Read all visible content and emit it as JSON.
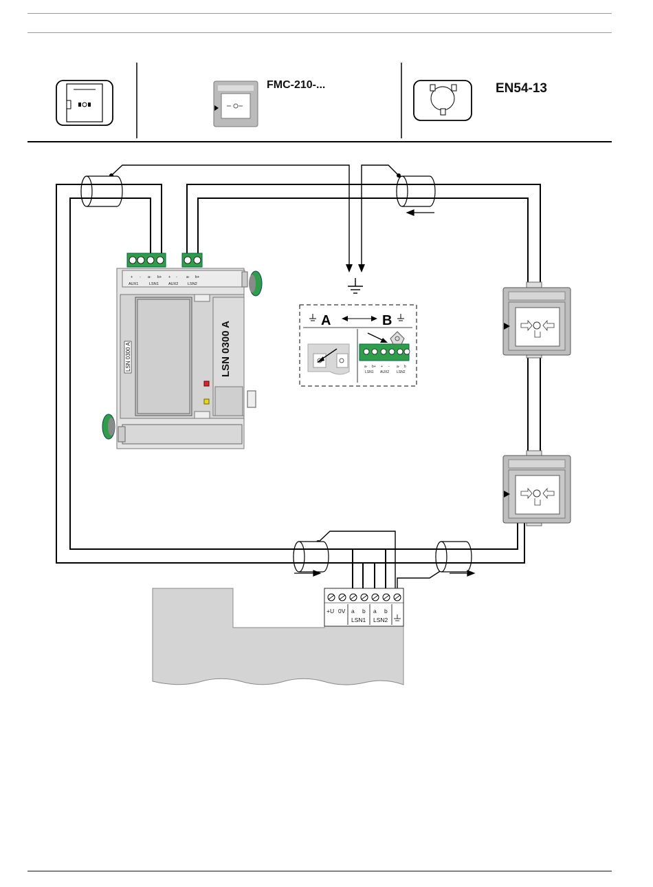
{
  "header": {
    "model_label": "FMC-210-...",
    "standard_label": "EN54-13"
  },
  "module": {
    "vertical_label": "LSN 0300 A",
    "side_label": "LSN 0300 A",
    "terminal_labels": [
      "AUX1",
      "LSN1",
      "AUX2",
      "LSN2"
    ],
    "polarity_labels": [
      "+",
      "-",
      "a-",
      "b+",
      "+",
      "-",
      "a-",
      "b+"
    ]
  },
  "inset": {
    "option_a": "A",
    "option_b": "B",
    "terminal_labels": [
      "LSN1",
      "AUX2",
      "LSN2"
    ],
    "polarity_labels": [
      "a-",
      "b+",
      "+",
      "-",
      "a-",
      "b"
    ]
  },
  "panel": {
    "terminal_labels": [
      "+U",
      "0V",
      "a",
      "b",
      "a",
      "b"
    ],
    "group_labels": [
      "LSN1",
      "LSN2"
    ]
  },
  "colors": {
    "terminal_green": "#2f9e4a",
    "device_gray": "#bdbdbd",
    "red_led": "#d9262b",
    "yellow_led": "#f2d21b"
  }
}
